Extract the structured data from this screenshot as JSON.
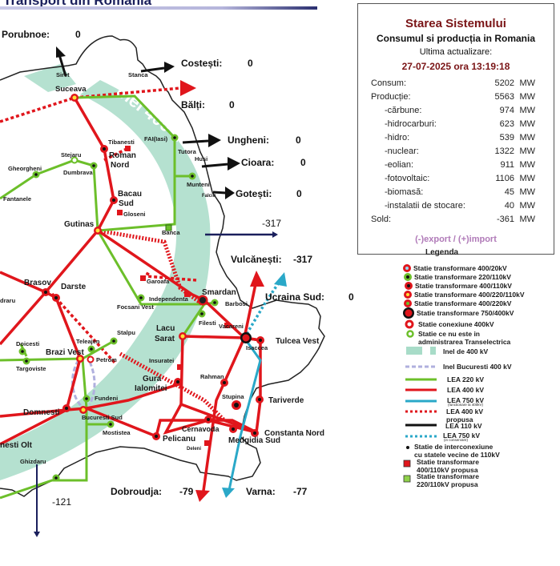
{
  "header": {
    "title": "Transport din Romania"
  },
  "status_panel": {
    "title": "Starea Sistemului",
    "subtitle": "Consumul si producția in Romania",
    "updated_label": "Ultima actualizare:",
    "updated_value": "27-07-2025 ora 13:19:18",
    "rows": [
      {
        "label": "Consum:",
        "value": "5202",
        "unit": "MW",
        "sub": false
      },
      {
        "label": "Producție:",
        "value": "5563",
        "unit": "MW",
        "sub": false
      },
      {
        "label": "-cărbune:",
        "value": "974",
        "unit": "MW",
        "sub": true
      },
      {
        "label": "-hidrocarburi:",
        "value": "623",
        "unit": "MW",
        "sub": true
      },
      {
        "label": "-hidro:",
        "value": "539",
        "unit": "MW",
        "sub": true
      },
      {
        "label": "-nuclear:",
        "value": "1322",
        "unit": "MW",
        "sub": true
      },
      {
        "label": "-eolian:",
        "value": "911",
        "unit": "MW",
        "sub": true
      },
      {
        "label": "-fotovoltaic:",
        "value": "1106",
        "unit": "MW",
        "sub": true
      },
      {
        "label": "-biomasă:",
        "value": "45",
        "unit": "MW",
        "sub": true
      },
      {
        "label": "-instalatii de stocare:",
        "value": "40",
        "unit": "MW",
        "sub": true
      },
      {
        "label": "Sold:",
        "value": "-361",
        "unit": "MW",
        "sub": false
      }
    ],
    "note": "(-)export / (+)import"
  },
  "legend": {
    "title": "Legenda",
    "items": [
      {
        "label": "Statie transformare 400/20kV",
        "icon": "red-ring-lightblue-dot-icon"
      },
      {
        "label": "Statie transformare 220/110kV",
        "icon": "green-ring-black-dot-icon"
      },
      {
        "label": "Statie transformare 400/110kV",
        "icon": "red-ring-black-dot-icon"
      },
      {
        "label": "Statie transformare 400/220/110kV",
        "icon": "red-ring-yellow-dot-icon"
      },
      {
        "label": "Statie transformare 400/220kV",
        "icon": "red-ring-green-dot-icon"
      },
      {
        "label": "Statie transformare 750/400kV",
        "icon": "black-ring-red-dot-icon"
      },
      {
        "label": "Statie conexiune 400kV",
        "icon": "red-ring-white-icon"
      },
      {
        "label": "Statie ce nu este in administrarea Transelectrica",
        "icon": "green-ring-white-icon"
      },
      {
        "label": "Inel de 400 kV",
        "icon": "ring-400-swatch"
      },
      {
        "label": "Inel Bucuresti 400 kV",
        "icon": "ring-bucuresti-swatch"
      },
      {
        "label": "LEA 220 kV",
        "icon": "green-line-icon"
      },
      {
        "label": "LEA 400 kV",
        "icon": "red-line-icon"
      },
      {
        "label": "LEA 750 kV",
        "sublabel": "(functionare la 400kV)",
        "icon": "blue-line-icon"
      },
      {
        "label": "LEA 400 kV propusa",
        "icon": "red-dotted-line-icon"
      },
      {
        "label": "LEA 110 kV",
        "icon": "black-line-icon"
      },
      {
        "label": "LEA 750 kV",
        "sublabel": "(in conservare)",
        "icon": "blue-dotted-line-icon"
      },
      {
        "label": "Statie de interconexiune cu statele vecine de 110kV",
        "icon": "black-dot-icon"
      },
      {
        "label": "Statie transformare 400/110kV propusa",
        "icon": "red-square-icon"
      },
      {
        "label": "Statie transformare 220/110kV propusa",
        "icon": "green-square-icon"
      }
    ]
  },
  "flows": [
    {
      "name": "Porubnoe:",
      "value": "0"
    },
    {
      "name": "Costești:",
      "value": "0"
    },
    {
      "name": "Bălți:",
      "value": "0"
    },
    {
      "name": "Ungheni:",
      "value": "0"
    },
    {
      "name": "Cioara:",
      "value": "0"
    },
    {
      "name": "Gotești:",
      "value": "0"
    },
    {
      "name": "Vulcănești:",
      "value": "-317"
    },
    {
      "name": "Ucraina Sud:",
      "value": "0"
    },
    {
      "name": "Dobroudja:",
      "value": "-79"
    },
    {
      "name": "Varna:",
      "value": "-77"
    }
  ],
  "flow_arrows": {
    "moldova_110": "-317",
    "serbia_110": "-121"
  },
  "ring_label": "Inel 400 kV",
  "stations": {
    "siret": "Siret",
    "stanca": "Stanca",
    "suceava": "Suceava",
    "tibanesti": "Tibanesti",
    "roman_nord": "Roman",
    "roman_nord2": "Nord",
    "fai": "FAI(Iasi)",
    "tutora": "Tutora",
    "husi": "Husi",
    "munteni": "Munteni",
    "falciu": "Falciu",
    "stejaru": "Stejaru",
    "gheorgheni": "Gheorgheni",
    "dumbrava": "Dumbrava",
    "fantanele": "Fantanele",
    "bacau": "Bacau",
    "bacau2": "Sud",
    "gloseni": "Gloseni",
    "gutinas": "Gutinas",
    "banca": "Banca",
    "garoafa": "Garoafa",
    "brasov": "Brasov",
    "darste": "Darste",
    "draru": "draru",
    "independenta": "Independenta",
    "focsani": "Focsani Vest",
    "smardan": "Smardan",
    "barbosi": "Barbosi",
    "filesti": "Filesti",
    "vacareni": "Vacareni",
    "lacu": "Lacu",
    "lacu2": "Sarat",
    "isaccea": "Isaccea",
    "tulcea": "Tulcea Vest",
    "stalpu": "Stalpu",
    "teleajen": "Teleajen",
    "dolcesti": "Doicesti",
    "targoviste": "Targoviste",
    "brazi": "Brazi Vest",
    "petrom": "Petrom",
    "insuratei": "Insuratei",
    "gura": "Gura",
    "gura2": "Ialomitei",
    "fundeni": "Fundeni",
    "domnesti": "Domnesti",
    "bucuresti": "Bucuresti Sud",
    "mostistea": "Mostistea",
    "rahman": "Rahman",
    "stupina": "Stupina",
    "tariverde": "Tariverde",
    "cernavoda": "Cernavoda",
    "constanta": "Constanta Nord",
    "medgidia": "Medgidia Sud",
    "pelicanu": "Pelicanu",
    "deleni": "Deleni",
    "slatina": "nesti Olt",
    "ghizdaru": "Ghizdaru"
  },
  "colors": {
    "line_400": "#e0161c",
    "line_220": "#6cbf2a",
    "line_750": "#2aa8c8",
    "line_110": "#111111",
    "ring": "#a8dcc8",
    "ring_bucuresti": "#b0b0de",
    "title_red": "#7a1416",
    "note_purple": "#b07ab8"
  }
}
